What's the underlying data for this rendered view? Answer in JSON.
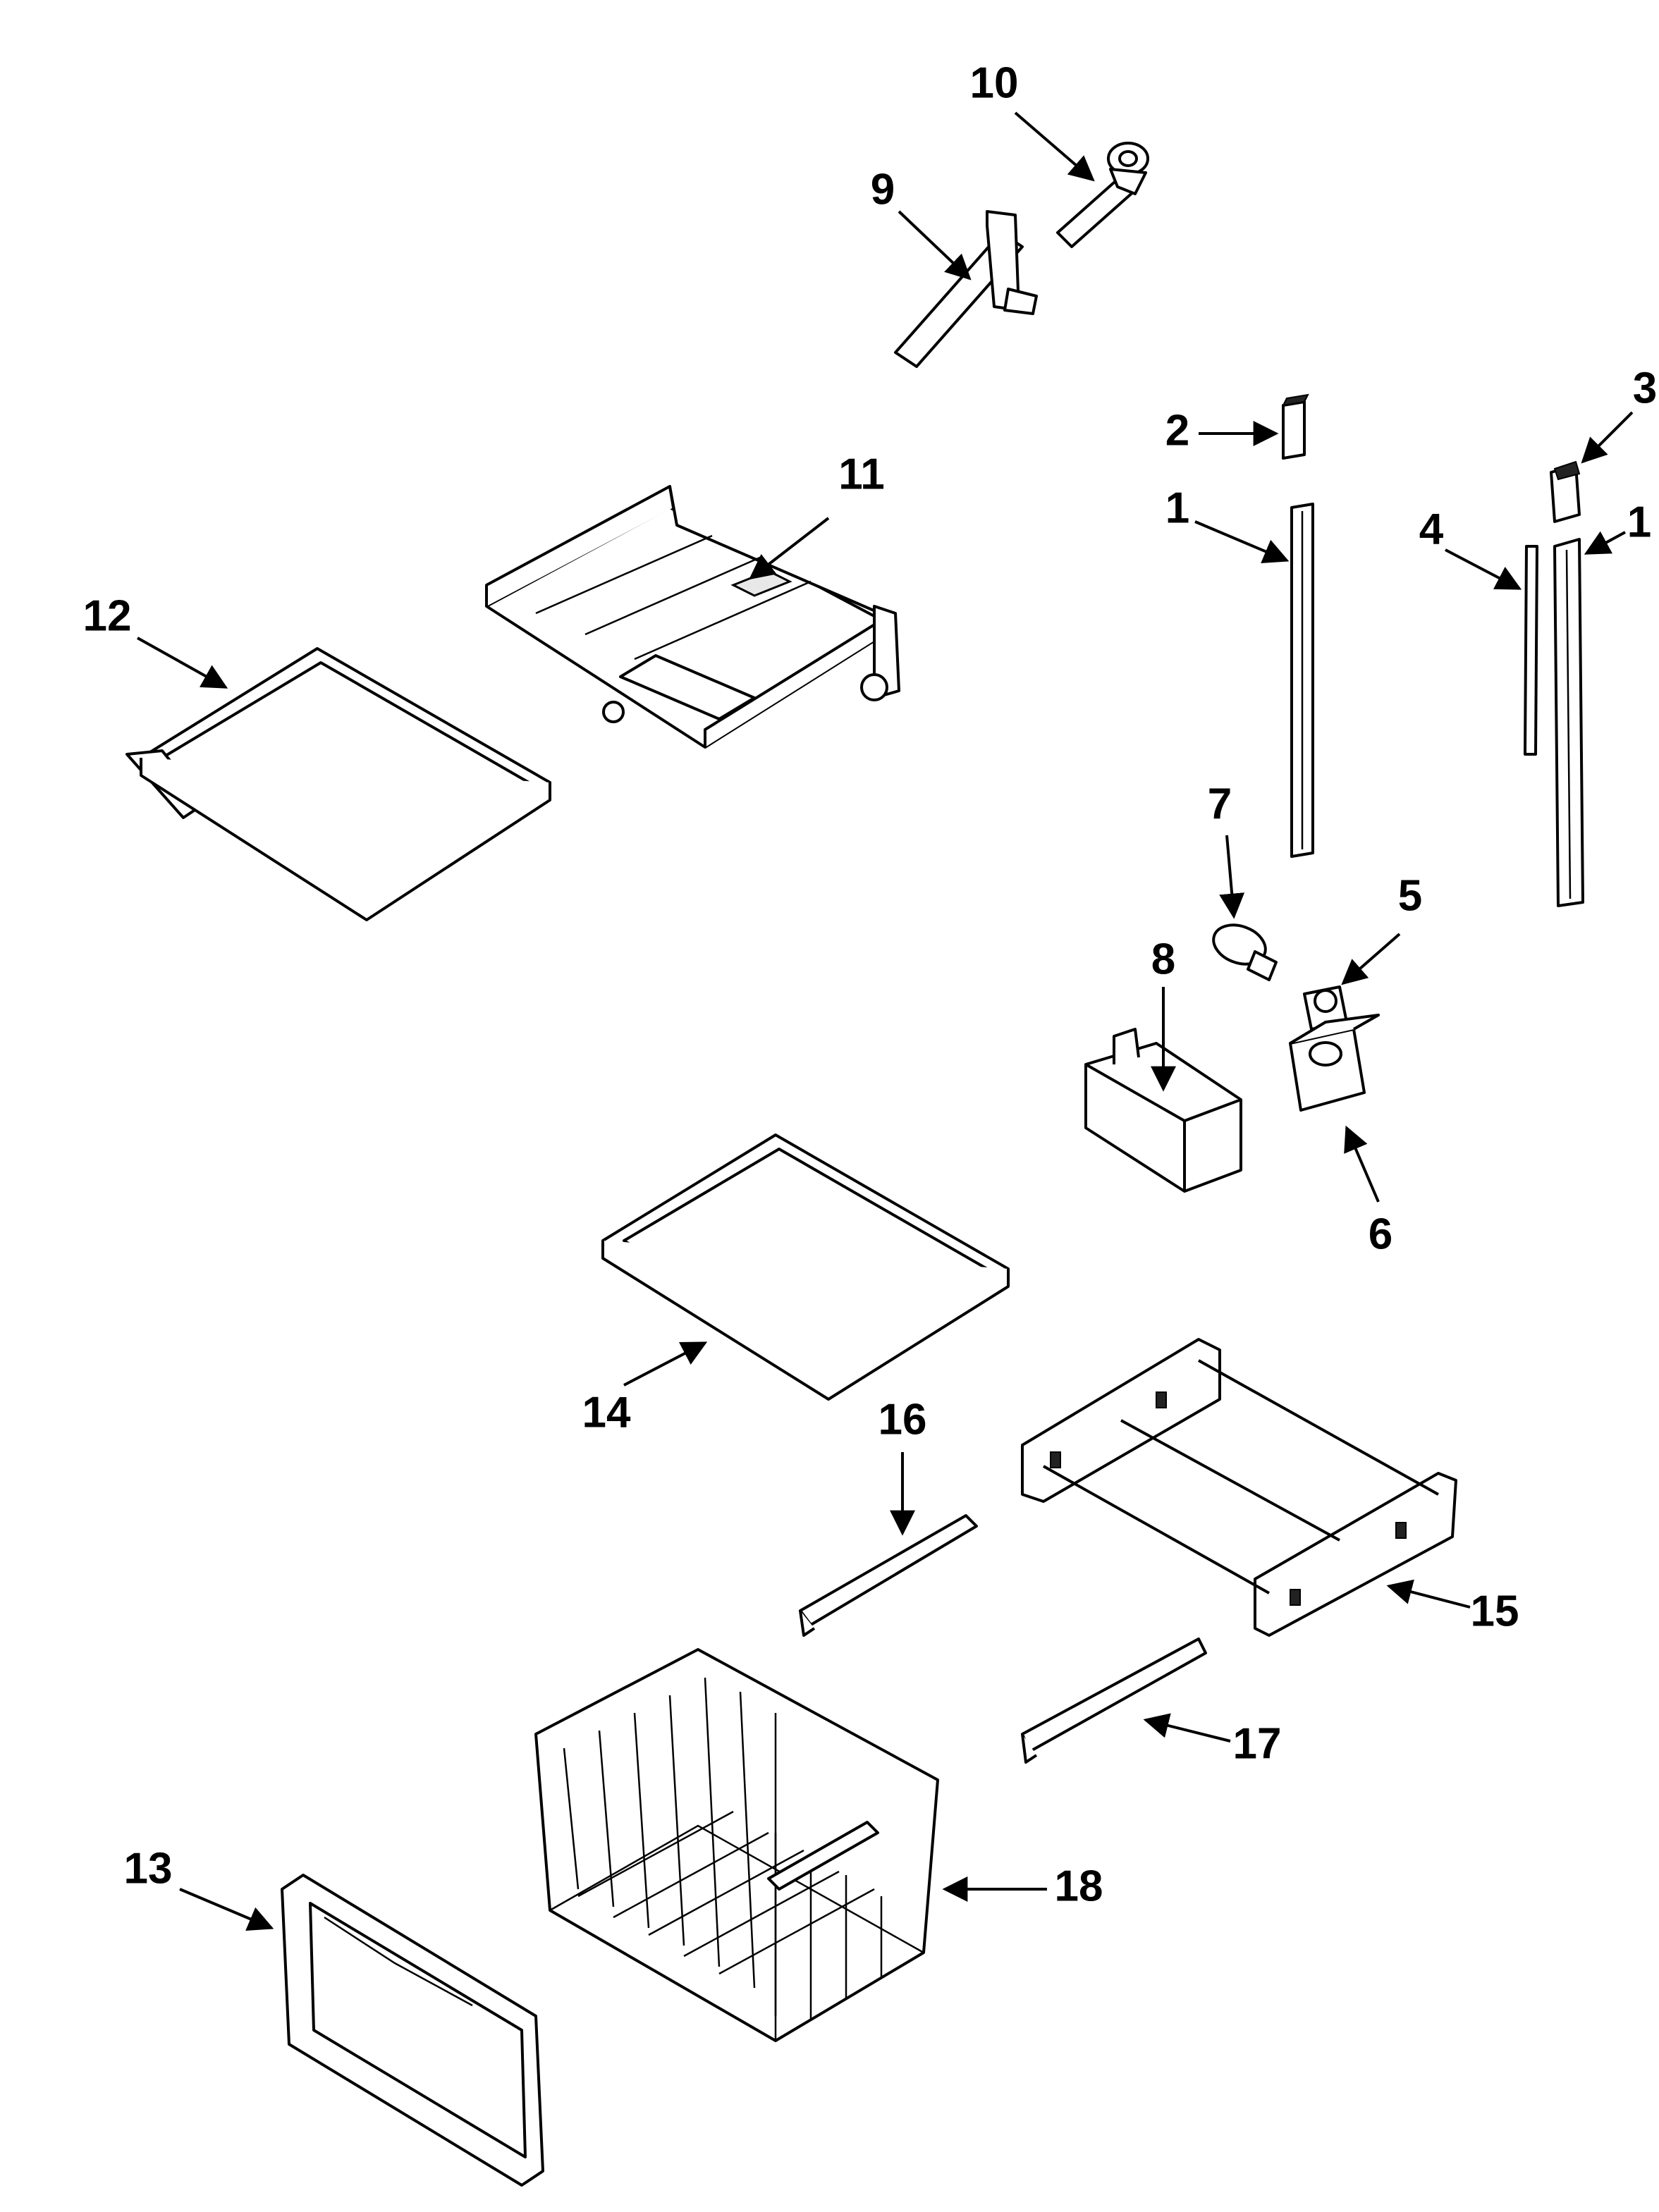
{
  "callouts": [
    {
      "id": "c1a",
      "label": "1"
    },
    {
      "id": "c1b",
      "label": "1"
    },
    {
      "id": "c2",
      "label": "2"
    },
    {
      "id": "c3",
      "label": "3"
    },
    {
      "id": "c4",
      "label": "4"
    },
    {
      "id": "c5",
      "label": "5"
    },
    {
      "id": "c6",
      "label": "6"
    },
    {
      "id": "c7",
      "label": "7"
    },
    {
      "id": "c8",
      "label": "8"
    },
    {
      "id": "c9",
      "label": "9"
    },
    {
      "id": "c10",
      "label": "10"
    },
    {
      "id": "c11",
      "label": "11"
    },
    {
      "id": "c12",
      "label": "12"
    },
    {
      "id": "c13",
      "label": "13"
    },
    {
      "id": "c14",
      "label": "14"
    },
    {
      "id": "c15",
      "label": "15"
    },
    {
      "id": "c16",
      "label": "16"
    },
    {
      "id": "c17",
      "label": "17"
    },
    {
      "id": "c18",
      "label": "18"
    }
  ]
}
